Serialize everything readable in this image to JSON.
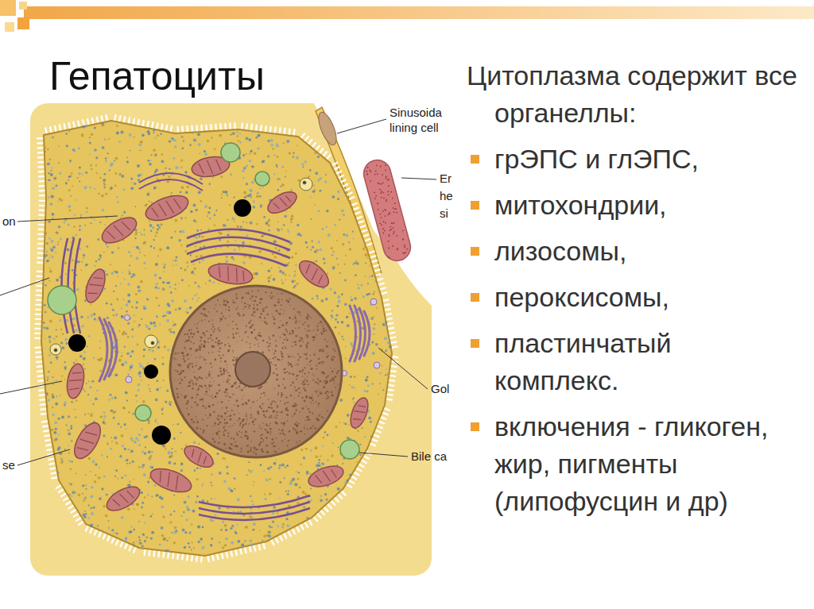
{
  "diagram": {
    "title": "Гепатоциты",
    "labels": [
      "Цитоплазма содержит все органеллы:",
      "грЭПС и глЭПС,",
      "митохондрии,",
      "лизосомы,",
      "пероксисомы,",
      "пластинчатый комплекс.",
      "включения - гликоген, жир, пигменты (липофусцин и др)",
      "Sinusoida",
      "lining cell",
      "Er",
      "he",
      "si",
      "on",
      "Gol",
      "Bile ca",
      "se"
    ]
  }
}
